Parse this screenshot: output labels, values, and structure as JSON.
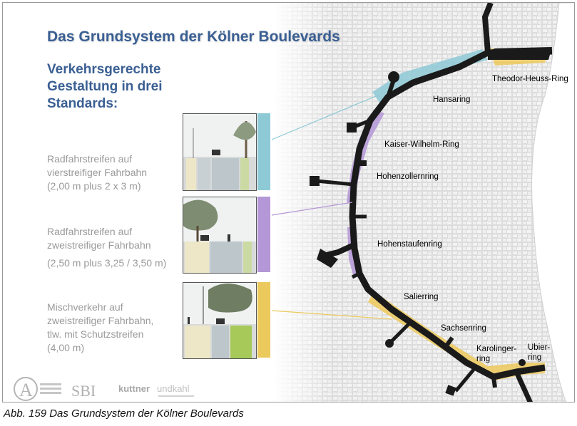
{
  "slide": {
    "title": "Das Grundsystem der Kölner Boulevards",
    "subtitle": [
      "Verkehrsgerechte",
      "Gestaltung in drei",
      "Standards:"
    ],
    "standards": [
      {
        "lines": [
          "Radfahrstreifen auf",
          "vierstreifiger Fahrbahn",
          "(2,00 m plus 2 x 3 m)"
        ],
        "color": "#8ec9d6"
      },
      {
        "lines": [
          "Radfahrstreifen auf",
          "zweistreifiger Fahrbahn",
          "(2,50 m plus 3,25 / 3,50 m)"
        ],
        "color": "#b497d6"
      },
      {
        "lines": [
          "Mischverkehr auf",
          "zweistreifiger Fahrbahn,",
          "tlw. mit Schutzstreifen",
          "(4,00 m)"
        ],
        "color": "#ecc95c"
      }
    ],
    "streets": {
      "theodor": "Theodor-Heuss-Ring",
      "hansa": "Hansaring",
      "kaiser": "Kaiser-Wilhelm-Ring",
      "hohenzollern": "Hohenzollernring",
      "hohenstaufen": "Hohenstaufenring",
      "salier": "Salierring",
      "sachsen": "Sachsenring",
      "karolinger": [
        "Karolinger-",
        "ring"
      ],
      "ubier": [
        "Ubier-",
        "ring"
      ]
    },
    "logos": {
      "sbi": "SBI",
      "kuttner": "kuttner",
      "undkahl": "undkahl"
    }
  },
  "caption": "Abb. 159 Das Grundsystem der Kölner Boulevards",
  "colors": {
    "title": "#3a5f93",
    "blue_band": "#8ec9d6",
    "purple_band": "#b497d6",
    "yellow_band": "#ecc95c",
    "ring": "#1a1a1a",
    "river": "#ffffff"
  }
}
